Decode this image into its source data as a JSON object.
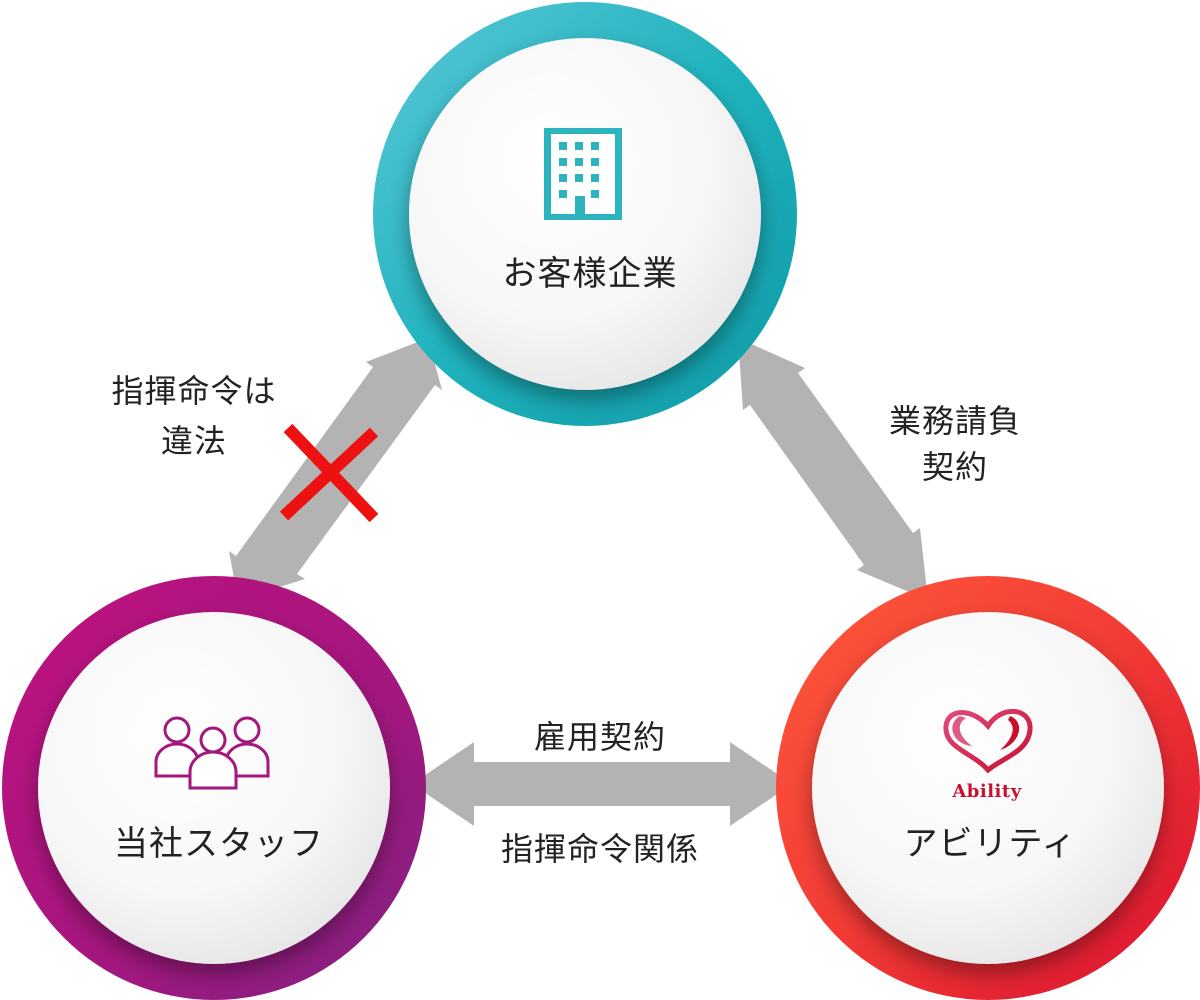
{
  "nodes": {
    "client": {
      "label": "お客様企業",
      "icon": "office-building-icon",
      "ring_color": "#1fb3bd"
    },
    "staff": {
      "label": "当社スタッフ",
      "icon": "people-group-icon",
      "ring_color": "#a3177f"
    },
    "ability": {
      "label": "アビリティ",
      "icon": "ability-heart-logo",
      "logo_text": "Ability",
      "ring_color": "#ea2a3a"
    }
  },
  "edges": {
    "client_staff": {
      "label_line1": "指揮命令は",
      "label_line2": "違法",
      "mark": "red-cross-icon"
    },
    "client_ability": {
      "label_line1": "業務請負",
      "label_line2": "契約"
    },
    "staff_ability": {
      "label_top": "雇用契約",
      "label_bottom": "指揮命令関係"
    }
  },
  "colors": {
    "arrow": "#b3b3b3",
    "cross": "#ee1111",
    "teal": "#1fb3bd",
    "purple": "#a3177f",
    "red": "#ea2a3a"
  }
}
